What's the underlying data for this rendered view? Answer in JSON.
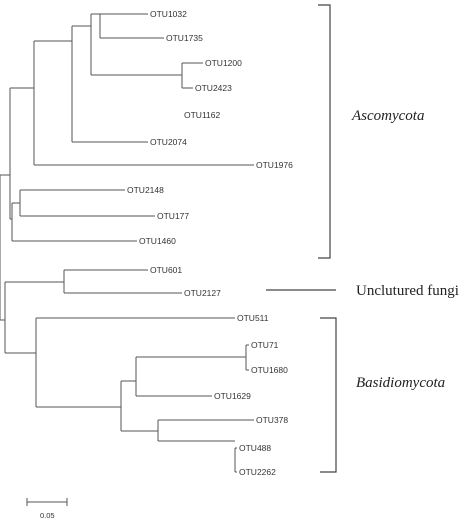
{
  "tips": [
    "OTU1032",
    "OTU1735",
    "OTU1200",
    "OTU2423",
    "OTU1162",
    "OTU2074",
    "OTU1976",
    "OTU2148",
    "OTU177",
    "OTU1460",
    "OTU601",
    "OTU2127",
    "OTU511",
    "OTU71",
    "OTU1680",
    "OTU1629",
    "OTU378",
    "OTU488",
    "OTU2262"
  ],
  "groups": {
    "ascomycota": "Ascomycota",
    "unclutured": "Unclutured fungi",
    "basidiomycota": "Basidiomycota"
  },
  "scale_bar": {
    "value": "0.05"
  }
}
